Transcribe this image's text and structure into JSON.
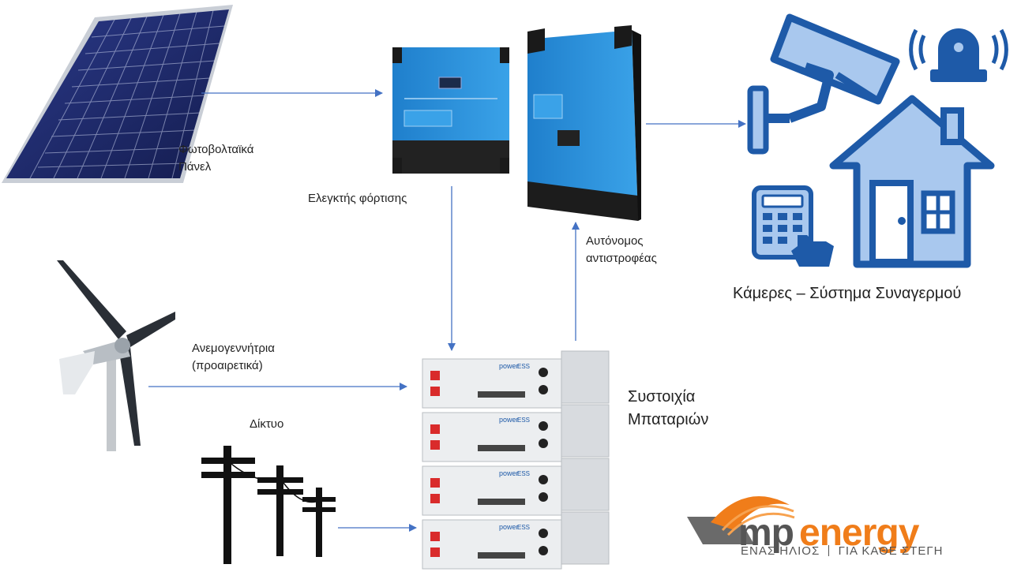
{
  "labels": {
    "pv": [
      "Φωτοβολταϊκά",
      "Πάνελ"
    ],
    "charger": "Ελεγκτής φόρτισης",
    "inverter": [
      "Αυτόνομος",
      "αντιστροφέας"
    ],
    "wind": [
      "Ανεμογεννήτρια",
      "(προαιρετικά)"
    ],
    "grid": "Δίκτυο",
    "battery": [
      "Συστοιχία",
      "Μπαταριών"
    ],
    "loads": "Κάμερες – Σύστημα Συναγερμού"
  },
  "device_text": {
    "battery_brand": "power",
    "battery_brand_box": "ESS"
  },
  "logo": {
    "mp": "mp",
    "energy": "energy",
    "slogan_left": "ΕΝΑΣ ΗΛΙΟΣ",
    "slogan_right": "ΓΙΑ ΚΑΘΕ ΣΤΕΓΗ"
  },
  "colors": {
    "arrow": "#4472c4",
    "device_blue": "#2a8fd6",
    "icon_blue": "#1e5aa8",
    "icon_light": "#a9c8ee",
    "logo_orange": "#f07d1a",
    "logo_grey": "#555555"
  }
}
